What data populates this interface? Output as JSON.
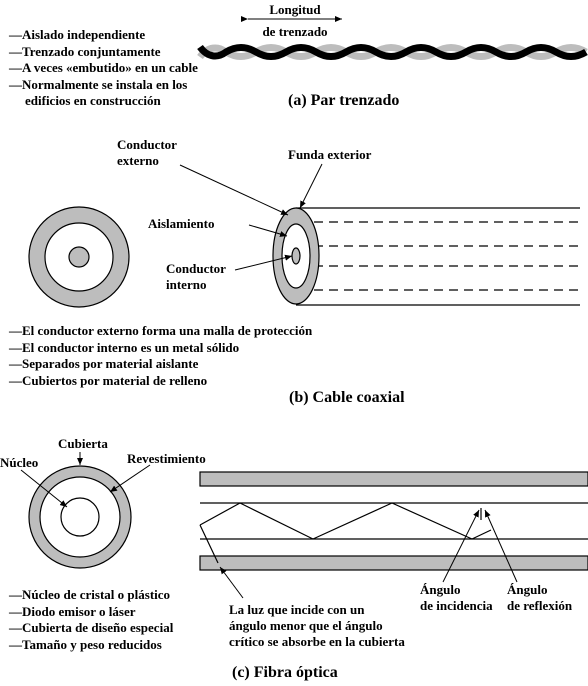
{
  "twisted": {
    "caption": "(a) Par trenzado",
    "length_label_line1": "Longitud",
    "length_label_line2": "de trenzado",
    "bullets": [
      "Aislado independiente",
      "Trenzado conjuntamente",
      "A veces «embutido» en un cable",
      "Normalmente se instala en los",
      "edificios en construcción"
    ]
  },
  "coax": {
    "caption": "(b) Cable coaxial",
    "outer_conductor_line1": "Conductor",
    "outer_conductor_line2": "externo",
    "outer_jacket": "Funda exterior",
    "insulation": "Aislamiento",
    "inner_conductor_line1": "Conductor",
    "inner_conductor_line2": "interno",
    "bullets": [
      "El conductor externo forma una malla de protección",
      "El conductor interno es un metal sólido",
      "Separados por material aislante",
      "Cubiertos por material de relleno"
    ]
  },
  "fiber": {
    "caption": "(c) Fibra óptica",
    "jacket": "Cubierta",
    "core": "Núcleo",
    "cladding": "Revestimiento",
    "incidence_line1": "Ángulo",
    "incidence_line2": "de incidencia",
    "reflection_line1": "Ángulo",
    "reflection_line2": "de reflexión",
    "light_line1": "La luz que incide con un",
    "light_line2": "ángulo menor que el ángulo",
    "light_line3": "crítico se absorbe en la cubierta",
    "bullets": [
      "Núcleo de cristal o plástico",
      "Diodo emisor o láser",
      "Cubierta de diseño especial",
      "Tamaño y peso reducidos"
    ]
  },
  "colors": {
    "ink": "#000000",
    "gray": "#bdbdbd",
    "white": "#ffffff"
  }
}
